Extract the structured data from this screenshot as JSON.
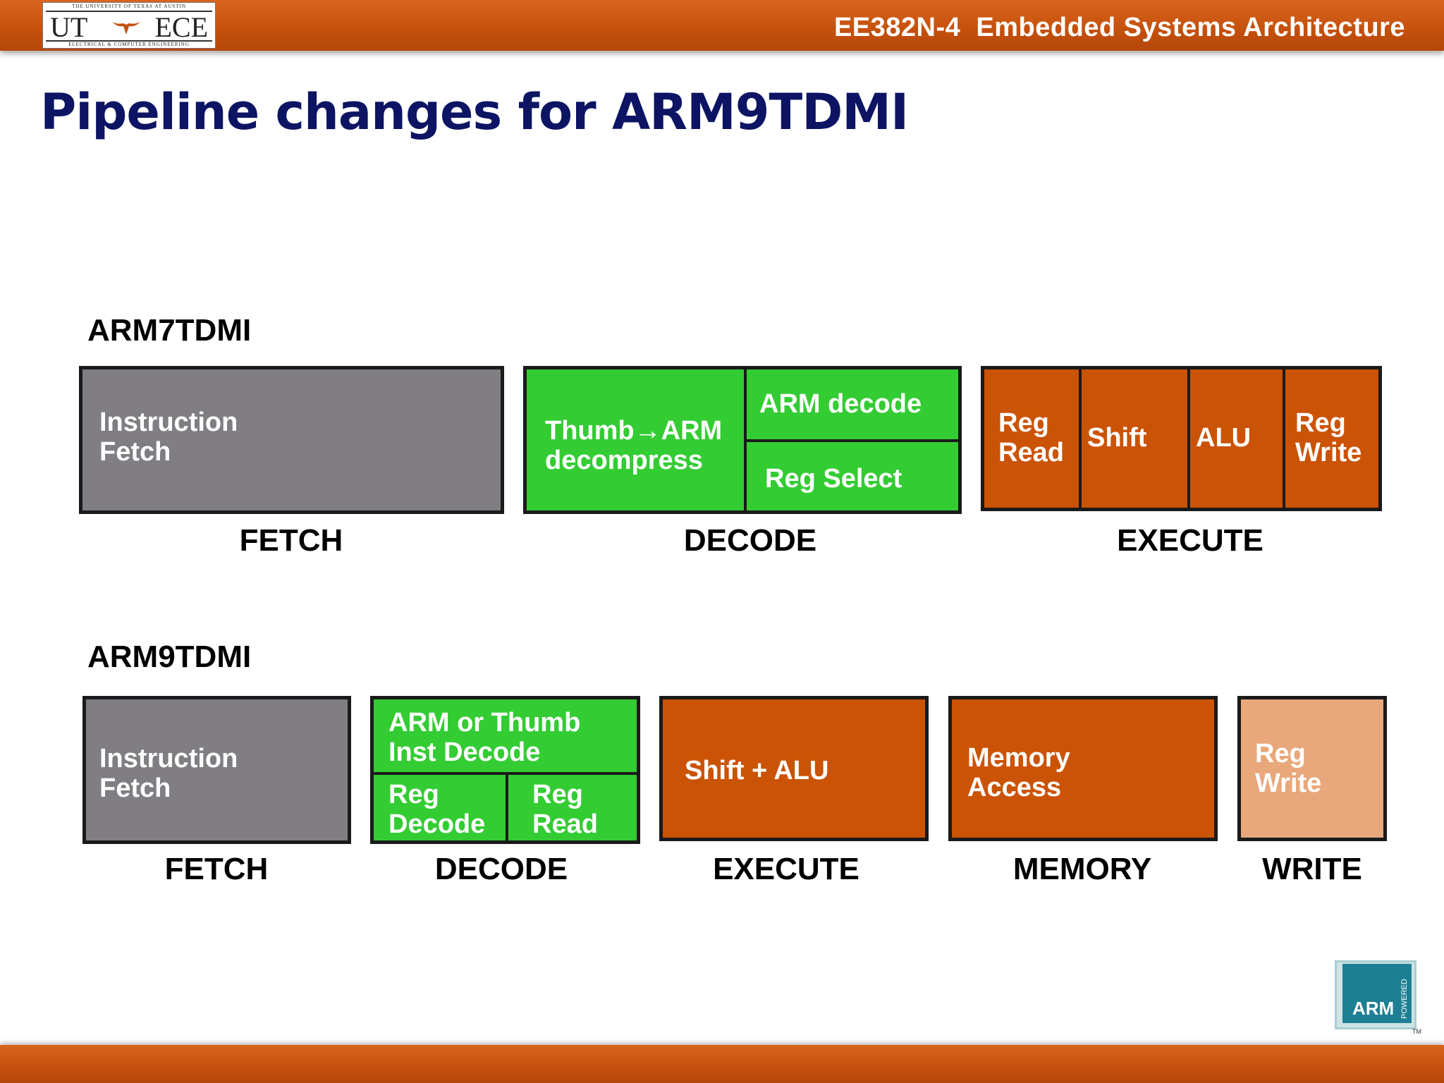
{
  "header": {
    "course_title": "EE382N-4  Embedded Systems Architecture",
    "logo": {
      "top_line": "THE UNIVERSITY OF TEXAS AT AUSTIN",
      "left_text": "UT",
      "right_text": "ECE",
      "bottom_line": "ELECTRICAL & COMPUTER ENGINEERING"
    }
  },
  "slide_title": "Pipeline changes for ARM9TDMI",
  "arm7": {
    "label": "ARM7TDMI",
    "fetch": {
      "text": "Instruction\nFetch",
      "stage": "FETCH"
    },
    "decode": {
      "left": "Thumb→ARM\ndecompress",
      "top_right": "ARM decode",
      "bottom_right": "Reg Select",
      "stage": "DECODE"
    },
    "execute": {
      "cells": [
        "Reg\nRead",
        "Shift",
        "ALU",
        "Reg\nWrite"
      ],
      "stage": "EXECUTE"
    }
  },
  "arm9": {
    "label": "ARM9TDMI",
    "fetch": {
      "text": "Instruction\nFetch",
      "stage": "FETCH"
    },
    "decode": {
      "top": "ARM or Thumb\nInst Decode",
      "bottom_left": "Reg\nDecode",
      "bottom_right": "Reg\nRead",
      "stage": "DECODE"
    },
    "execute": {
      "text": "Shift + ALU",
      "stage": "EXECUTE"
    },
    "memory": {
      "text": "Memory\nAccess",
      "stage": "MEMORY"
    },
    "write": {
      "text": "Reg\nWrite",
      "stage": "WRITE"
    }
  },
  "colors": {
    "gray": "#807e82",
    "green": "#33cc33",
    "orange": "#cb5305",
    "peach": "#e8a87c",
    "title": "#0c1463"
  },
  "arm_logo": {
    "brand": "ARM",
    "tagline": "POWERED",
    "trademark": "TM"
  }
}
